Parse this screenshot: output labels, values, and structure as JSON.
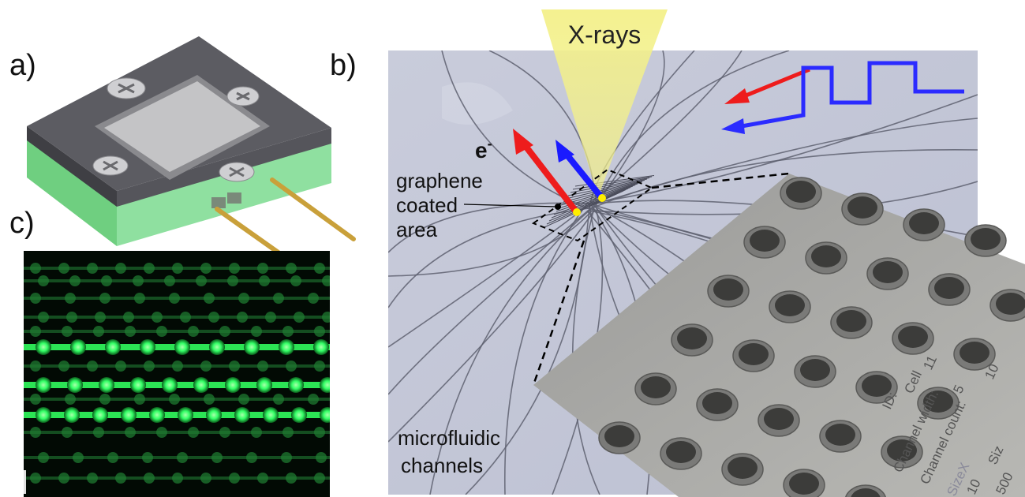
{
  "panels": {
    "a": "a)",
    "b": "b)",
    "c": "c)"
  },
  "annotations": {
    "xrays": "X-rays",
    "electron_base": "e",
    "electron_sup": "-",
    "graphene_line1": "graphene",
    "graphene_line2": "coated",
    "graphene_line3": "area",
    "micro_line1": "microfluidic",
    "micro_line2": "channels"
  },
  "inset_text": {
    "id_label": "ID:",
    "cell": "Cell",
    "cell_no": "11",
    "channel_width": "Channel width:",
    "channel_width_val": "5",
    "channel_count": "Channel count:",
    "channel_count_val": "10",
    "size_x": "SizeX",
    "size_x_val": "10",
    "size_short": "Siz",
    "val_500": "500"
  },
  "colors": {
    "xray_beam": "#f3f08a",
    "red_arrow": "#ee1c1c",
    "blue_arrow": "#2b2bff",
    "fluorescence": "#33ff66",
    "device_top": "#5a5a60",
    "device_base": "#7fd68f",
    "gold_wire": "#c9a03a"
  }
}
